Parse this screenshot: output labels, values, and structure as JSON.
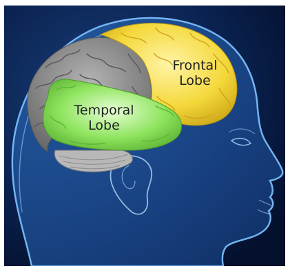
{
  "labels": {
    "frontal": {
      "line1": "Frontal",
      "line2": "Lobe"
    },
    "temporal": {
      "line1": "Temporal",
      "line2": "Lobe"
    }
  },
  "colors": {
    "background": "#06163a",
    "head_glow": "#3b8fe0",
    "frontal_lobe": "#f4d83a",
    "temporal_lobe": "#8de35c",
    "other_brain": "#8a8a8a",
    "cerebellum": "#b8b8b8"
  }
}
